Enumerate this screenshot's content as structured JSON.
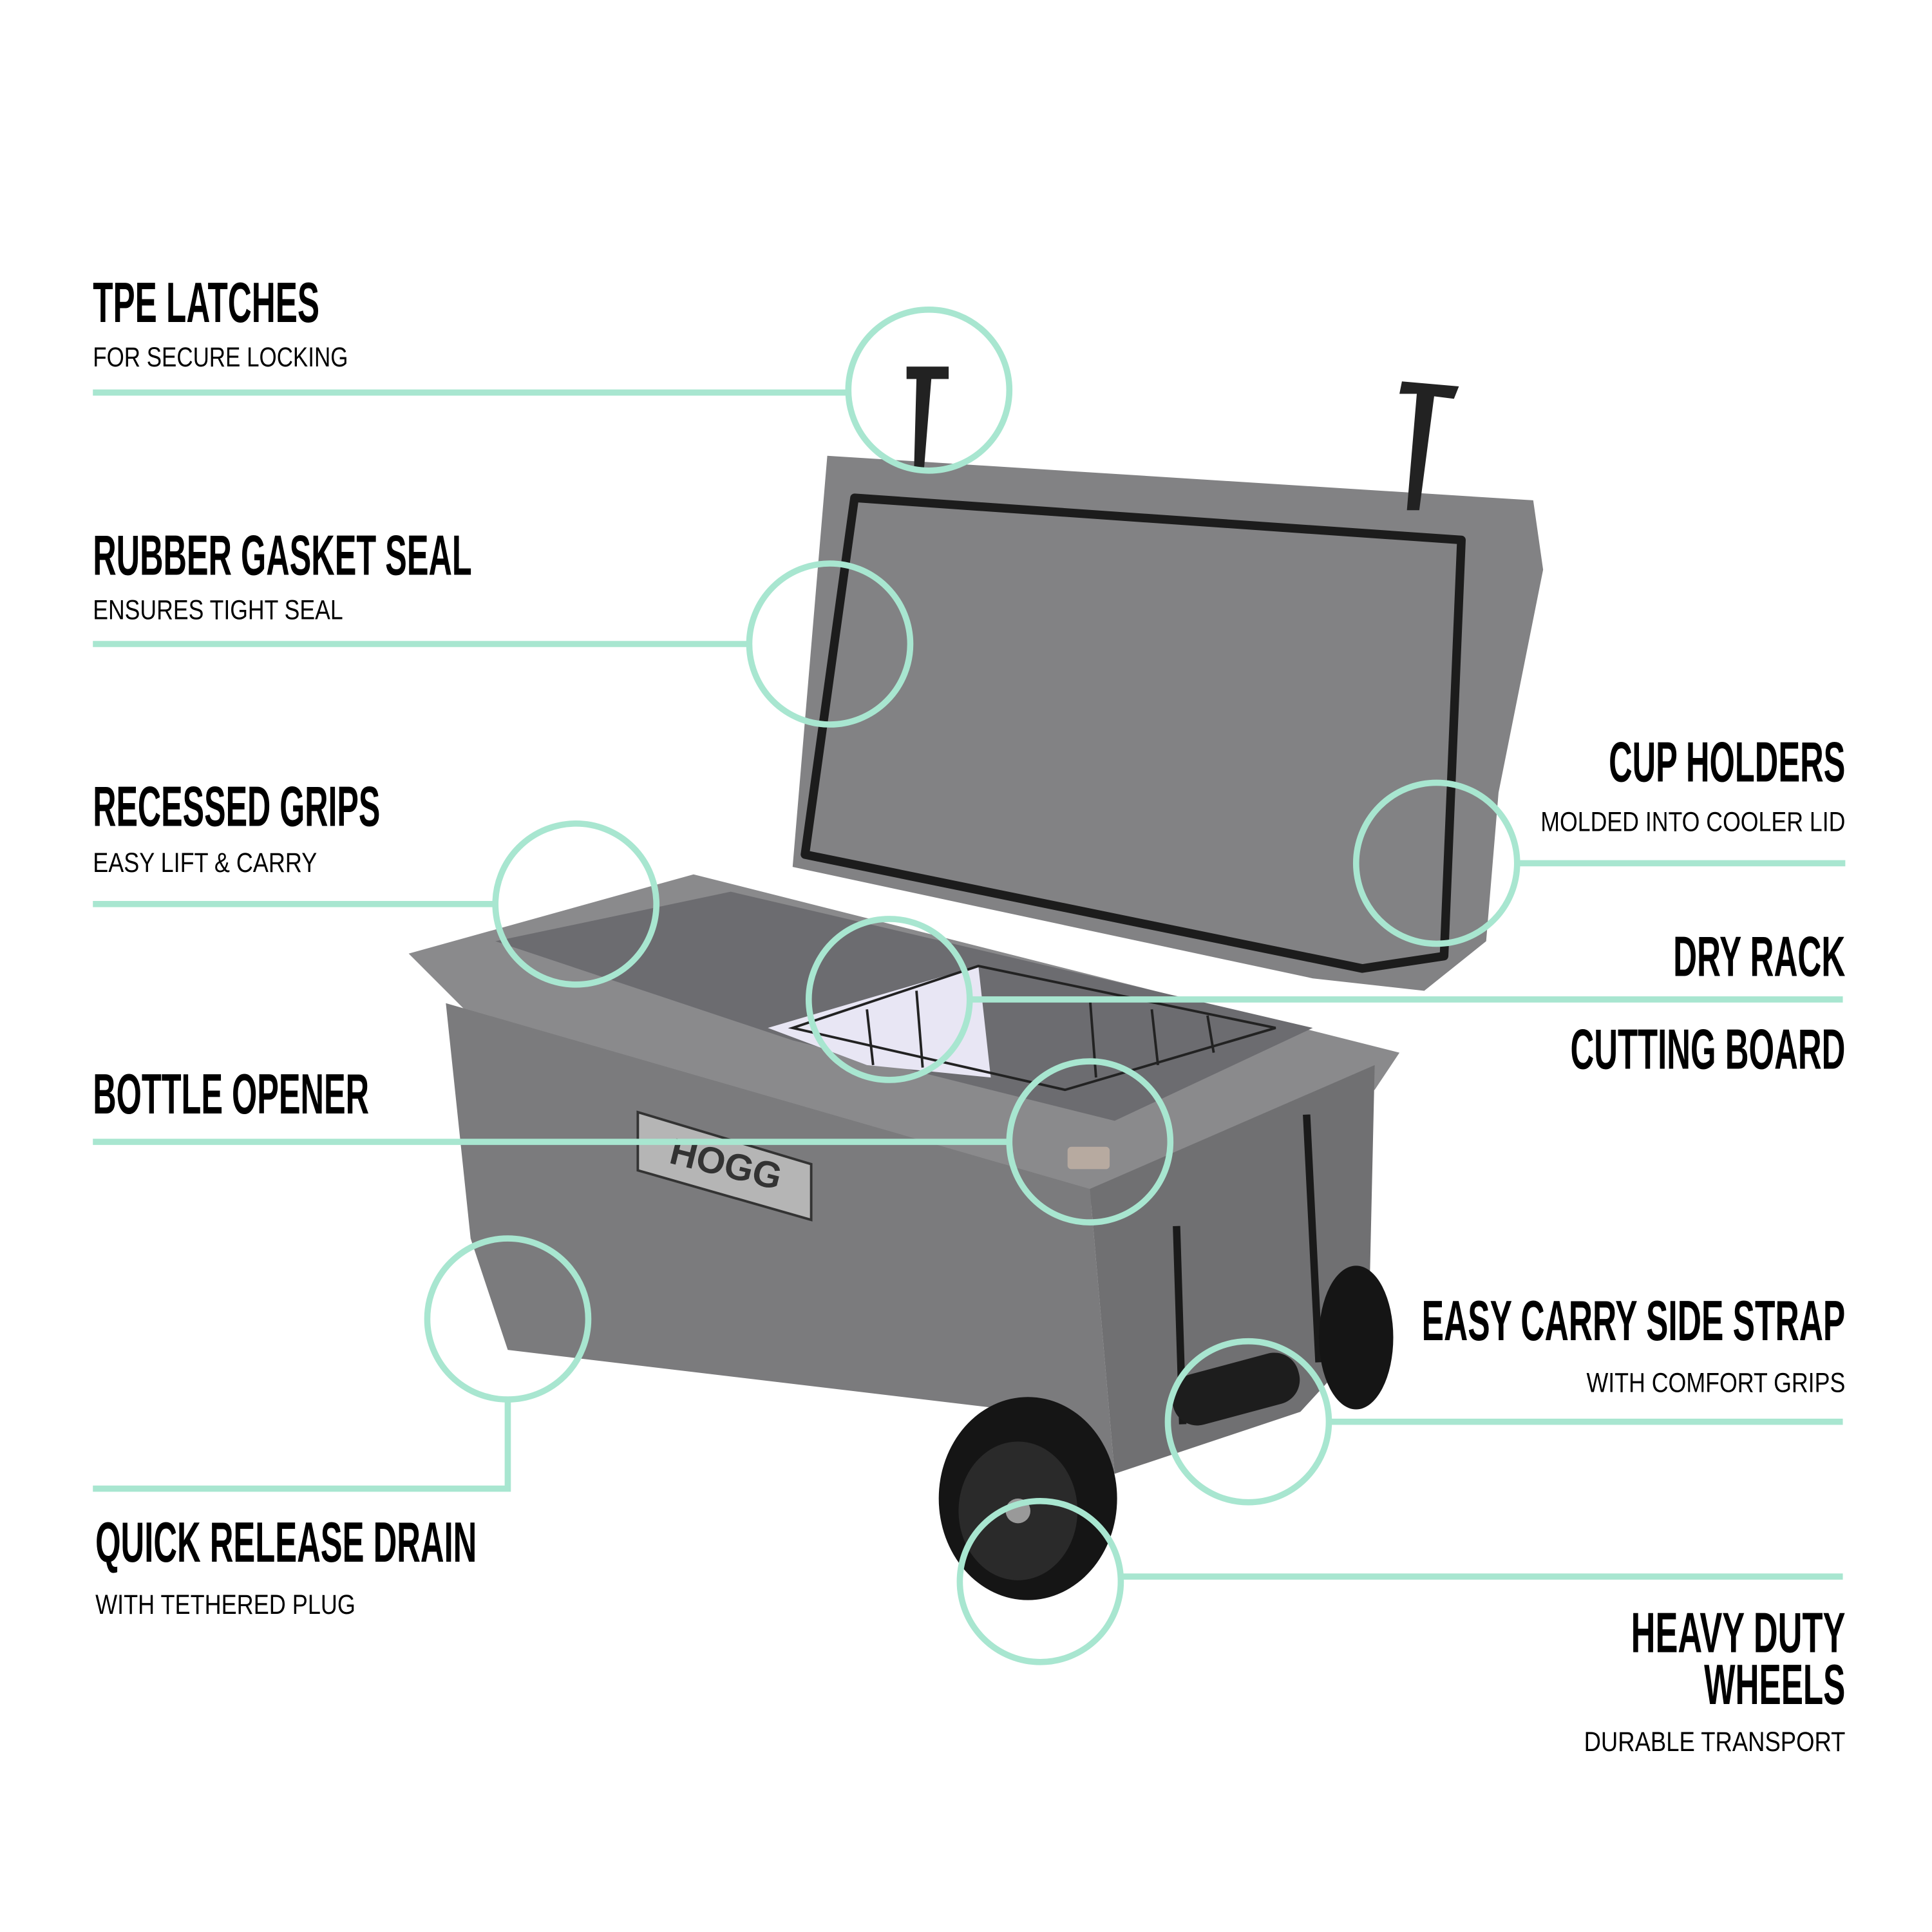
{
  "accent_color": "#a8e6d0",
  "product": {
    "brand_logo": "HOGG",
    "body_color": "#7e7e80"
  },
  "features": {
    "tpe_latches": {
      "title": "TPE LATCHES",
      "subtitle": "FOR SECURE LOCKING"
    },
    "gasket": {
      "title": "RUBBER GASKET SEAL",
      "subtitle": "ENSURES TIGHT SEAL"
    },
    "grips": {
      "title": "RECESSED GRIPS",
      "subtitle": "EASY LIFT & CARRY"
    },
    "bottle_opener": {
      "title": "BOTTLE OPENER"
    },
    "drain": {
      "title": "QUICK RELEASE DRAIN",
      "subtitle": "WITH TETHERED PLUG"
    },
    "cup_holders": {
      "title": "CUP HOLDERS",
      "subtitle": "MOLDED INTO COOLER LID"
    },
    "dry_rack": {
      "title": "DRY RACK"
    },
    "cutting_board": {
      "title": "CUTTING BOARD"
    },
    "side_strap": {
      "title": "EASY CARRY SIDE STRAP",
      "subtitle": "WITH COMFORT GRIPS"
    },
    "wheels": {
      "title_line1": "HEAVY DUTY",
      "title_line2": "WHEELS",
      "subtitle": "DURABLE TRANSPORT"
    }
  }
}
